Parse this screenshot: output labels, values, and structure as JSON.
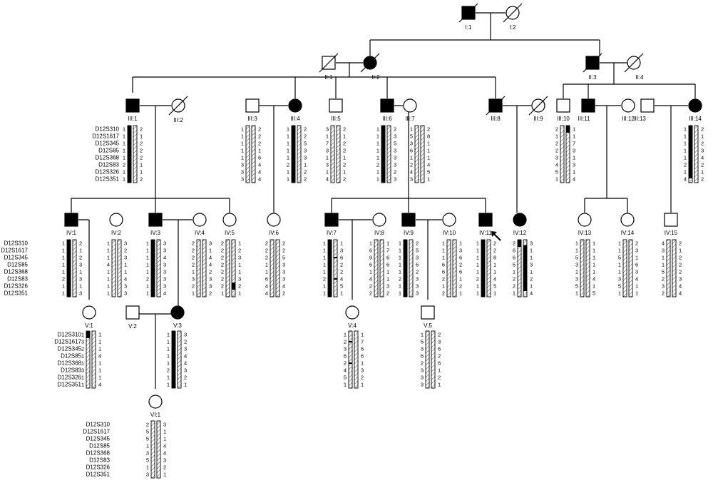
{
  "markers": [
    "D12S310",
    "D12S1617",
    "D12S345",
    "D12S85",
    "D12S368",
    "D12S83",
    "D12S326",
    "D12S351"
  ],
  "individuals": [
    {
      "id": "I:1",
      "sex": "M",
      "aff": true,
      "dec": true
    },
    {
      "id": "I:2",
      "sex": "F",
      "aff": false,
      "dec": true
    },
    {
      "id": "II:1",
      "sex": "M",
      "aff": false,
      "dec": true
    },
    {
      "id": "II:2",
      "sex": "F",
      "aff": true,
      "dec": true
    },
    {
      "id": "II:3",
      "sex": "M",
      "aff": true,
      "dec": true
    },
    {
      "id": "II:4",
      "sex": "F",
      "aff": false,
      "dec": true
    },
    {
      "id": "III:1",
      "sex": "M",
      "aff": true,
      "dec": false,
      "hap": {
        "a": [
          1,
          1,
          1,
          1,
          1,
          2,
          1,
          1
        ],
        "b": [
          2,
          1,
          2,
          2,
          2,
          1,
          1,
          2
        ],
        "pa": "B",
        "pb": "H"
      }
    },
    {
      "id": "III:2",
      "sex": "F",
      "aff": false,
      "dec": true
    },
    {
      "id": "III:3",
      "sex": "M",
      "aff": false,
      "dec": false,
      "hap": {
        "a": [
          1,
          1,
          1,
          1,
          1,
          3,
          3,
          3
        ],
        "b": [
          2,
          2,
          2,
          1,
          6,
          4,
          4,
          4
        ],
        "pa": "H",
        "pb": "H"
      }
    },
    {
      "id": "III:4",
      "sex": "F",
      "aff": true,
      "dec": false,
      "hap": {
        "a": [
          1,
          1,
          1,
          1,
          1,
          2,
          1,
          1
        ],
        "b": [
          2,
          2,
          5,
          3,
          3,
          1,
          2,
          2
        ],
        "pa": "B",
        "pb": "H"
      }
    },
    {
      "id": "III:5",
      "sex": "M",
      "aff": false,
      "dec": false,
      "hap": {
        "a": [
          3,
          1,
          7,
          3,
          1,
          3,
          1,
          4
        ],
        "b": [
          2,
          1,
          2,
          2,
          1,
          2,
          1,
          2
        ],
        "pa": "H",
        "pb": "H"
      }
    },
    {
      "id": "III:6",
      "sex": "M",
      "aff": true,
      "dec": false,
      "hap": {
        "a": [
          1,
          1,
          1,
          1,
          1,
          2,
          1,
          1
        ],
        "b": [
          2,
          3,
          5,
          3,
          3,
          3,
          2,
          3
        ],
        "pa": "B",
        "pb": "H"
      }
    },
    {
      "id": "III:7",
      "sex": "F",
      "aff": false,
      "dec": false,
      "hap": {
        "a": [
          1,
          5,
          3,
          6,
          1,
          2,
          4,
          3
        ],
        "b": [
          2,
          8,
          1,
          1,
          1,
          4,
          5,
          1
        ],
        "pa": "H",
        "pb": "H"
      }
    },
    {
      "id": "III:8",
      "sex": "M",
      "aff": true,
      "dec": true
    },
    {
      "id": "III:9",
      "sex": "F",
      "aff": false,
      "dec": true
    },
    {
      "id": "III:10",
      "sex": "M",
      "aff": false,
      "dec": false,
      "hap": {
        "a": [
          2,
          1,
          2,
          2,
          3,
          4,
          5,
          1
        ],
        "b": [
          1,
          1,
          7,
          3,
          1,
          3,
          1,
          4
        ],
        "pa": "H",
        "pb": "H"
      }
    },
    {
      "id": "III:11",
      "sex": "M",
      "aff": true,
      "dec": false
    },
    {
      "id": "III:12",
      "sex": "F",
      "aff": false,
      "dec": false
    },
    {
      "id": "III:13",
      "sex": "M",
      "aff": false,
      "dec": false
    },
    {
      "id": "III:14",
      "sex": "F",
      "aff": true,
      "dec": false,
      "hap": {
        "a": [
          1,
          1,
          1,
          1,
          1,
          2,
          1,
          4
        ],
        "b": [
          2,
          1,
          2,
          3,
          4,
          2,
          1,
          2
        ],
        "pa": "B",
        "pb": "H"
      }
    },
    {
      "id": "IV:1",
      "sex": "M",
      "aff": true,
      "dec": false,
      "hap": {
        "a": [
          1,
          1,
          1,
          1,
          1,
          2,
          1,
          1
        ],
        "b": [
          2,
          1,
          2,
          3,
          1,
          3,
          1,
          3
        ],
        "pa": "B",
        "pb": "H"
      }
    },
    {
      "id": "IV:2",
      "sex": "F",
      "aff": false,
      "dec": false,
      "hap": {
        "a": [
          1,
          1,
          1,
          4,
          1,
          1,
          1,
          1
        ],
        "b": [
          3,
          2,
          3,
          1,
          1,
          4,
          3,
          3
        ],
        "pa": "H",
        "pb": "H"
      }
    },
    {
      "id": "IV:3",
      "sex": "M",
      "aff": true,
      "dec": false,
      "hap": {
        "a": [
          1,
          1,
          1,
          1,
          1,
          2,
          1,
          1
        ],
        "b": [
          3,
          3,
          4,
          3,
          3,
          3,
          3,
          4
        ],
        "pa": "B",
        "pb": "H"
      }
    },
    {
      "id": "IV:4",
      "sex": "F",
      "aff": false,
      "dec": false,
      "hap": {
        "a": [
          2,
          2,
          2,
          2,
          1,
          3,
          2,
          1
        ],
        "b": [
          3,
          1,
          4,
          4,
          2,
          3,
          3,
          2
        ],
        "pa": "H",
        "pb": "H"
      }
    },
    {
      "id": "IV:5",
      "sex": "F",
      "aff": false,
      "dec": false,
      "hap": {
        "a": [
          2,
          2,
          2,
          2,
          2,
          2,
          2,
          1
        ],
        "b": [
          1,
          2,
          3,
          1,
          1,
          3,
          2,
          1
        ],
        "pa": "H",
        "pb": "H"
      }
    },
    {
      "id": "IV:6",
      "sex": "F",
      "aff": false,
      "dec": false,
      "hap": {
        "a": [
          2,
          2,
          2,
          1,
          1,
          6,
          4,
          4
        ],
        "b": [
          2,
          2,
          5,
          3,
          3,
          3,
          4,
          2
        ],
        "pa": "H",
        "pb": "H"
      }
    },
    {
      "id": "IV:7",
      "sex": "M",
      "aff": true,
      "dec": false,
      "hap": {
        "a": [
          1,
          1,
          1,
          1,
          1,
          2,
          1,
          1
        ],
        "b": [
          1,
          3,
          6,
          2,
          2,
          4,
          5,
          1
        ],
        "pa": "B",
        "pb": "H"
      }
    },
    {
      "id": "IV:8",
      "sex": "F",
      "aff": false,
      "dec": false,
      "hap": {
        "a": [
          1,
          6,
          9,
          6,
          1,
          4,
          2,
          2
        ],
        "b": [
          1,
          7,
          6,
          6,
          1,
          1,
          3,
          2
        ],
        "pa": "H",
        "pb": "H"
      }
    },
    {
      "id": "IV:9",
      "sex": "M",
      "aff": true,
      "dec": false,
      "hap": {
        "a": [
          1,
          1,
          1,
          1,
          1,
          2,
          1,
          1
        ],
        "b": [
          2,
          5,
          3,
          6,
          2,
          3,
          3,
          3
        ],
        "pa": "B",
        "pb": "H"
      }
    },
    {
      "id": "IV:10",
      "sex": "F",
      "aff": false,
      "dec": false,
      "hap": {
        "a": [
          1,
          1,
          1,
          6,
          6,
          2,
          1,
          2
        ],
        "b": [
          1,
          3,
          6,
          2,
          6,
          1,
          2,
          1
        ],
        "pa": "H",
        "pb": "H"
      }
    },
    {
      "id": "IV:11",
      "sex": "M",
      "aff": true,
      "dec": false,
      "proband": true,
      "hap": {
        "a": [
          1,
          1,
          1,
          1,
          1,
          2,
          1,
          1
        ],
        "b": [
          2,
          2,
          8,
          1,
          1,
          4,
          5,
          1
        ],
        "pa": "B",
        "pb": "H"
      }
    },
    {
      "id": "IV:12",
      "sex": "F",
      "aff": true,
      "dec": false,
      "hap": {
        "a": [
          2,
          6,
          6,
          5,
          1,
          2,
          2,
          1
        ],
        "b": [
          3,
          1,
          1,
          3,
          1,
          2,
          1,
          4
        ],
        "pa": "H",
        "pb": "B"
      }
    },
    {
      "id": "IV:13",
      "sex": "F",
      "aff": false,
      "dec": false,
      "hap": {
        "a": [
          1,
          1,
          5,
          3,
          1,
          3,
          5,
          1
        ],
        "b": [
          1,
          1,
          1,
          1,
          1,
          4,
          1,
          5
        ],
        "pa": "H",
        "pb": "H"
      }
    },
    {
      "id": "IV:14",
      "sex": "F",
      "aff": false,
      "dec": false,
      "hap": {
        "a": [
          1,
          1,
          5,
          1,
          1,
          3,
          5,
          1
        ],
        "b": [
          2,
          3,
          1,
          6,
          3,
          4,
          1,
          1
        ],
        "pa": "H",
        "pb": "H"
      }
    },
    {
      "id": "IV:15",
      "sex": "M",
      "aff": false,
      "dec": false,
      "hap": {
        "a": [
          4,
          3,
          1,
          1,
          5,
          2,
          3,
          2
        ],
        "b": [
          2,
          1,
          2,
          2,
          2,
          3,
          4,
          4
        ],
        "pa": "H",
        "pb": "H"
      }
    },
    {
      "id": "V:1",
      "sex": "F",
      "aff": false,
      "dec": false,
      "hap": {
        "a": [
          1,
          3,
          2,
          1,
          1,
          3,
          1,
          1
        ],
        "b": [
          1,
          1,
          1,
          4,
          1,
          1,
          1,
          4
        ],
        "pa": "H",
        "pb": "H"
      }
    },
    {
      "id": "V:2",
      "sex": "M",
      "aff": false,
      "dec": false
    },
    {
      "id": "V:3",
      "sex": "F",
      "aff": true,
      "dec": false,
      "hap": {
        "a": [
          1,
          1,
          1,
          1,
          1,
          2,
          1,
          1
        ],
        "b": [
          3,
          2,
          3,
          4,
          4,
          3,
          2,
          1
        ],
        "pa": "B",
        "pb": "H"
      }
    },
    {
      "id": "V:4",
      "sex": "F",
      "aff": false,
      "dec": false,
      "hap": {
        "a": [
          1,
          2,
          3,
          6,
          2,
          4,
          5,
          1
        ],
        "b": [
          1,
          7,
          6,
          6,
          1,
          3,
          2,
          1
        ],
        "pa": "H",
        "pb": "H"
      }
    },
    {
      "id": "V:5",
      "sex": "M",
      "aff": false,
      "dec": false,
      "hap": {
        "a": [
          1,
          5,
          3,
          6,
          2,
          3,
          3,
          3
        ],
        "b": [
          2,
          3,
          6,
          2,
          6,
          1,
          2,
          1
        ],
        "pa": "H",
        "pb": "H"
      }
    },
    {
      "id": "VI:1",
      "sex": "F",
      "aff": false,
      "dec": false,
      "hap": {
        "a": [
          2,
          5,
          5,
          1,
          3,
          5,
          1,
          3
        ],
        "b": [
          3,
          1,
          1,
          4,
          4,
          3,
          2,
          1
        ],
        "pa": "H",
        "pb": "H"
      }
    }
  ]
}
